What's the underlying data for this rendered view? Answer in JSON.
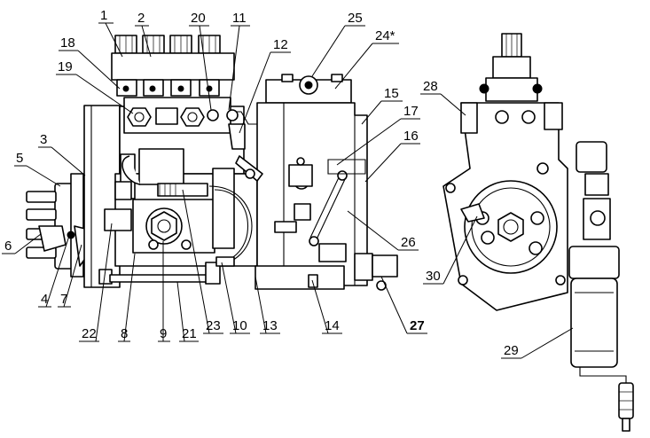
{
  "callouts": [
    {
      "id": "c1",
      "text": "1"
    },
    {
      "id": "c2",
      "text": "2"
    },
    {
      "id": "c3",
      "text": "3"
    },
    {
      "id": "c4",
      "text": "4"
    },
    {
      "id": "c5",
      "text": "5"
    },
    {
      "id": "c6",
      "text": "6"
    },
    {
      "id": "c7",
      "text": "7"
    },
    {
      "id": "c8",
      "text": "8"
    },
    {
      "id": "c9",
      "text": "9"
    },
    {
      "id": "c10",
      "text": "10"
    },
    {
      "id": "c11",
      "text": "11"
    },
    {
      "id": "c12",
      "text": "12"
    },
    {
      "id": "c13",
      "text": "13"
    },
    {
      "id": "c14",
      "text": "14"
    },
    {
      "id": "c15",
      "text": "15"
    },
    {
      "id": "c16",
      "text": "16"
    },
    {
      "id": "c17",
      "text": "17"
    },
    {
      "id": "c18",
      "text": "18"
    },
    {
      "id": "c19",
      "text": "19"
    },
    {
      "id": "c20",
      "text": "20"
    },
    {
      "id": "c21",
      "text": "21"
    },
    {
      "id": "c22",
      "text": "22"
    },
    {
      "id": "c23",
      "text": "23"
    },
    {
      "id": "c24",
      "text": "24*"
    },
    {
      "id": "c25",
      "text": "25"
    },
    {
      "id": "c26",
      "text": "26"
    },
    {
      "id": "c27",
      "text": "27"
    },
    {
      "id": "c28",
      "text": "28"
    },
    {
      "id": "c29",
      "text": "29"
    },
    {
      "id": "c30",
      "text": "30"
    }
  ]
}
